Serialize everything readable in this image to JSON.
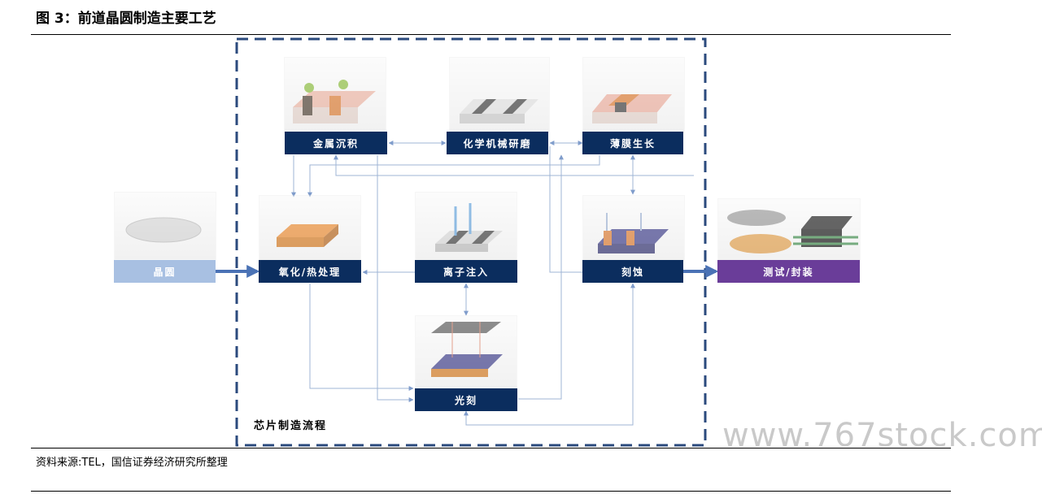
{
  "figure": {
    "title": "图 3：前道晶圆制造主要工艺",
    "source": "资料来源:TEL，国信证券经济研究所整理",
    "watermark": "www.767stock.com"
  },
  "diagram": {
    "group_label": "芯片制造流程",
    "steps": {
      "wafer": "晶圆",
      "metal_deposition": "金属沉积",
      "cmp": "化学机械研磨",
      "film_growth": "薄膜生长",
      "oxidation": "氧化/热处理",
      "ion_implant": "离子注入",
      "etching": "刻蚀",
      "lithography": "光刻",
      "test_package": "测试/封装"
    }
  },
  "colors": {
    "box_navy": "#0b2d5e",
    "box_wafer": "#a8c0e2",
    "box_test": "#6a3d99",
    "arrow": "#4a72b5",
    "group_border": "#2b4a7d"
  }
}
